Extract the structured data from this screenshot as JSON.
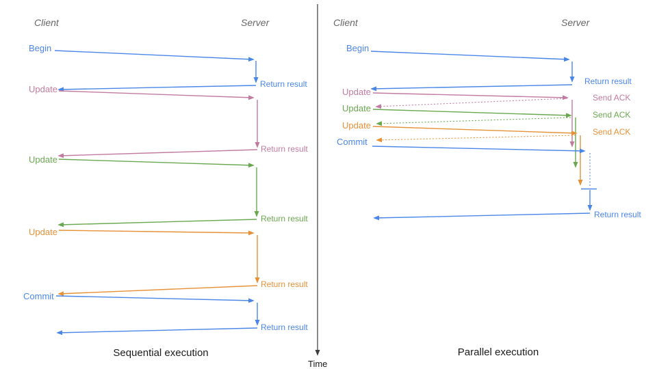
{
  "colors": {
    "blue": "#4a86e8",
    "pink": "#c27ba0",
    "green": "#6aa84f",
    "orange": "#e69138",
    "header_gray": "#666666",
    "caption_black": "#1a1a1a",
    "axis_gray": "#3d3d3d"
  },
  "time_axis": {
    "label": "Time"
  },
  "left": {
    "caption": "Sequential execution",
    "client": "Client",
    "server": "Server",
    "messages": [
      {
        "label": "Begin",
        "response": "Return result",
        "color": "blue"
      },
      {
        "label": "Update",
        "response": "Return result",
        "color": "pink"
      },
      {
        "label": "Update",
        "response": "Return result",
        "color": "green"
      },
      {
        "label": "Update",
        "response": "Return result",
        "color": "orange"
      },
      {
        "label": "Commit",
        "response": "Return result",
        "color": "blue"
      }
    ]
  },
  "right": {
    "caption": "Parallel execution",
    "client": "Client",
    "server": "Server",
    "messages": [
      {
        "label": "Begin",
        "response": "Return result",
        "color": "blue"
      },
      {
        "label": "Update",
        "response": "Send ACK",
        "color": "pink"
      },
      {
        "label": "Update",
        "response": "Send ACK",
        "color": "green"
      },
      {
        "label": "Update",
        "response": "Send ACK",
        "color": "orange"
      },
      {
        "label": "Commit",
        "response": "Return result",
        "color": "blue"
      }
    ]
  }
}
